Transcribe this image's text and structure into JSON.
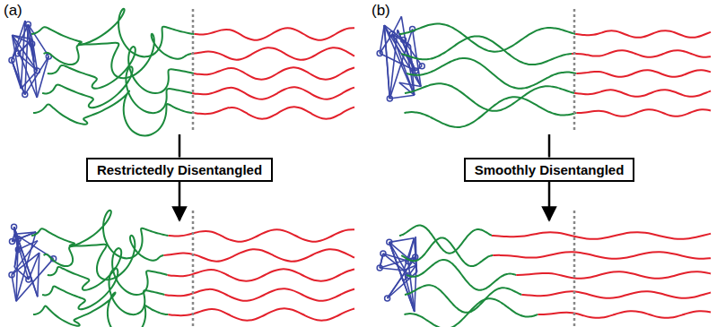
{
  "diagram": {
    "nodes": [
      {
        "text": [
          "Restrictedly Disentangled"
        ]
      },
      {
        "text": [
          "Smoothly Disentangled"
        ]
      }
    ],
    "labels": [
      "(a)",
      "(b)"
    ]
  }
}
